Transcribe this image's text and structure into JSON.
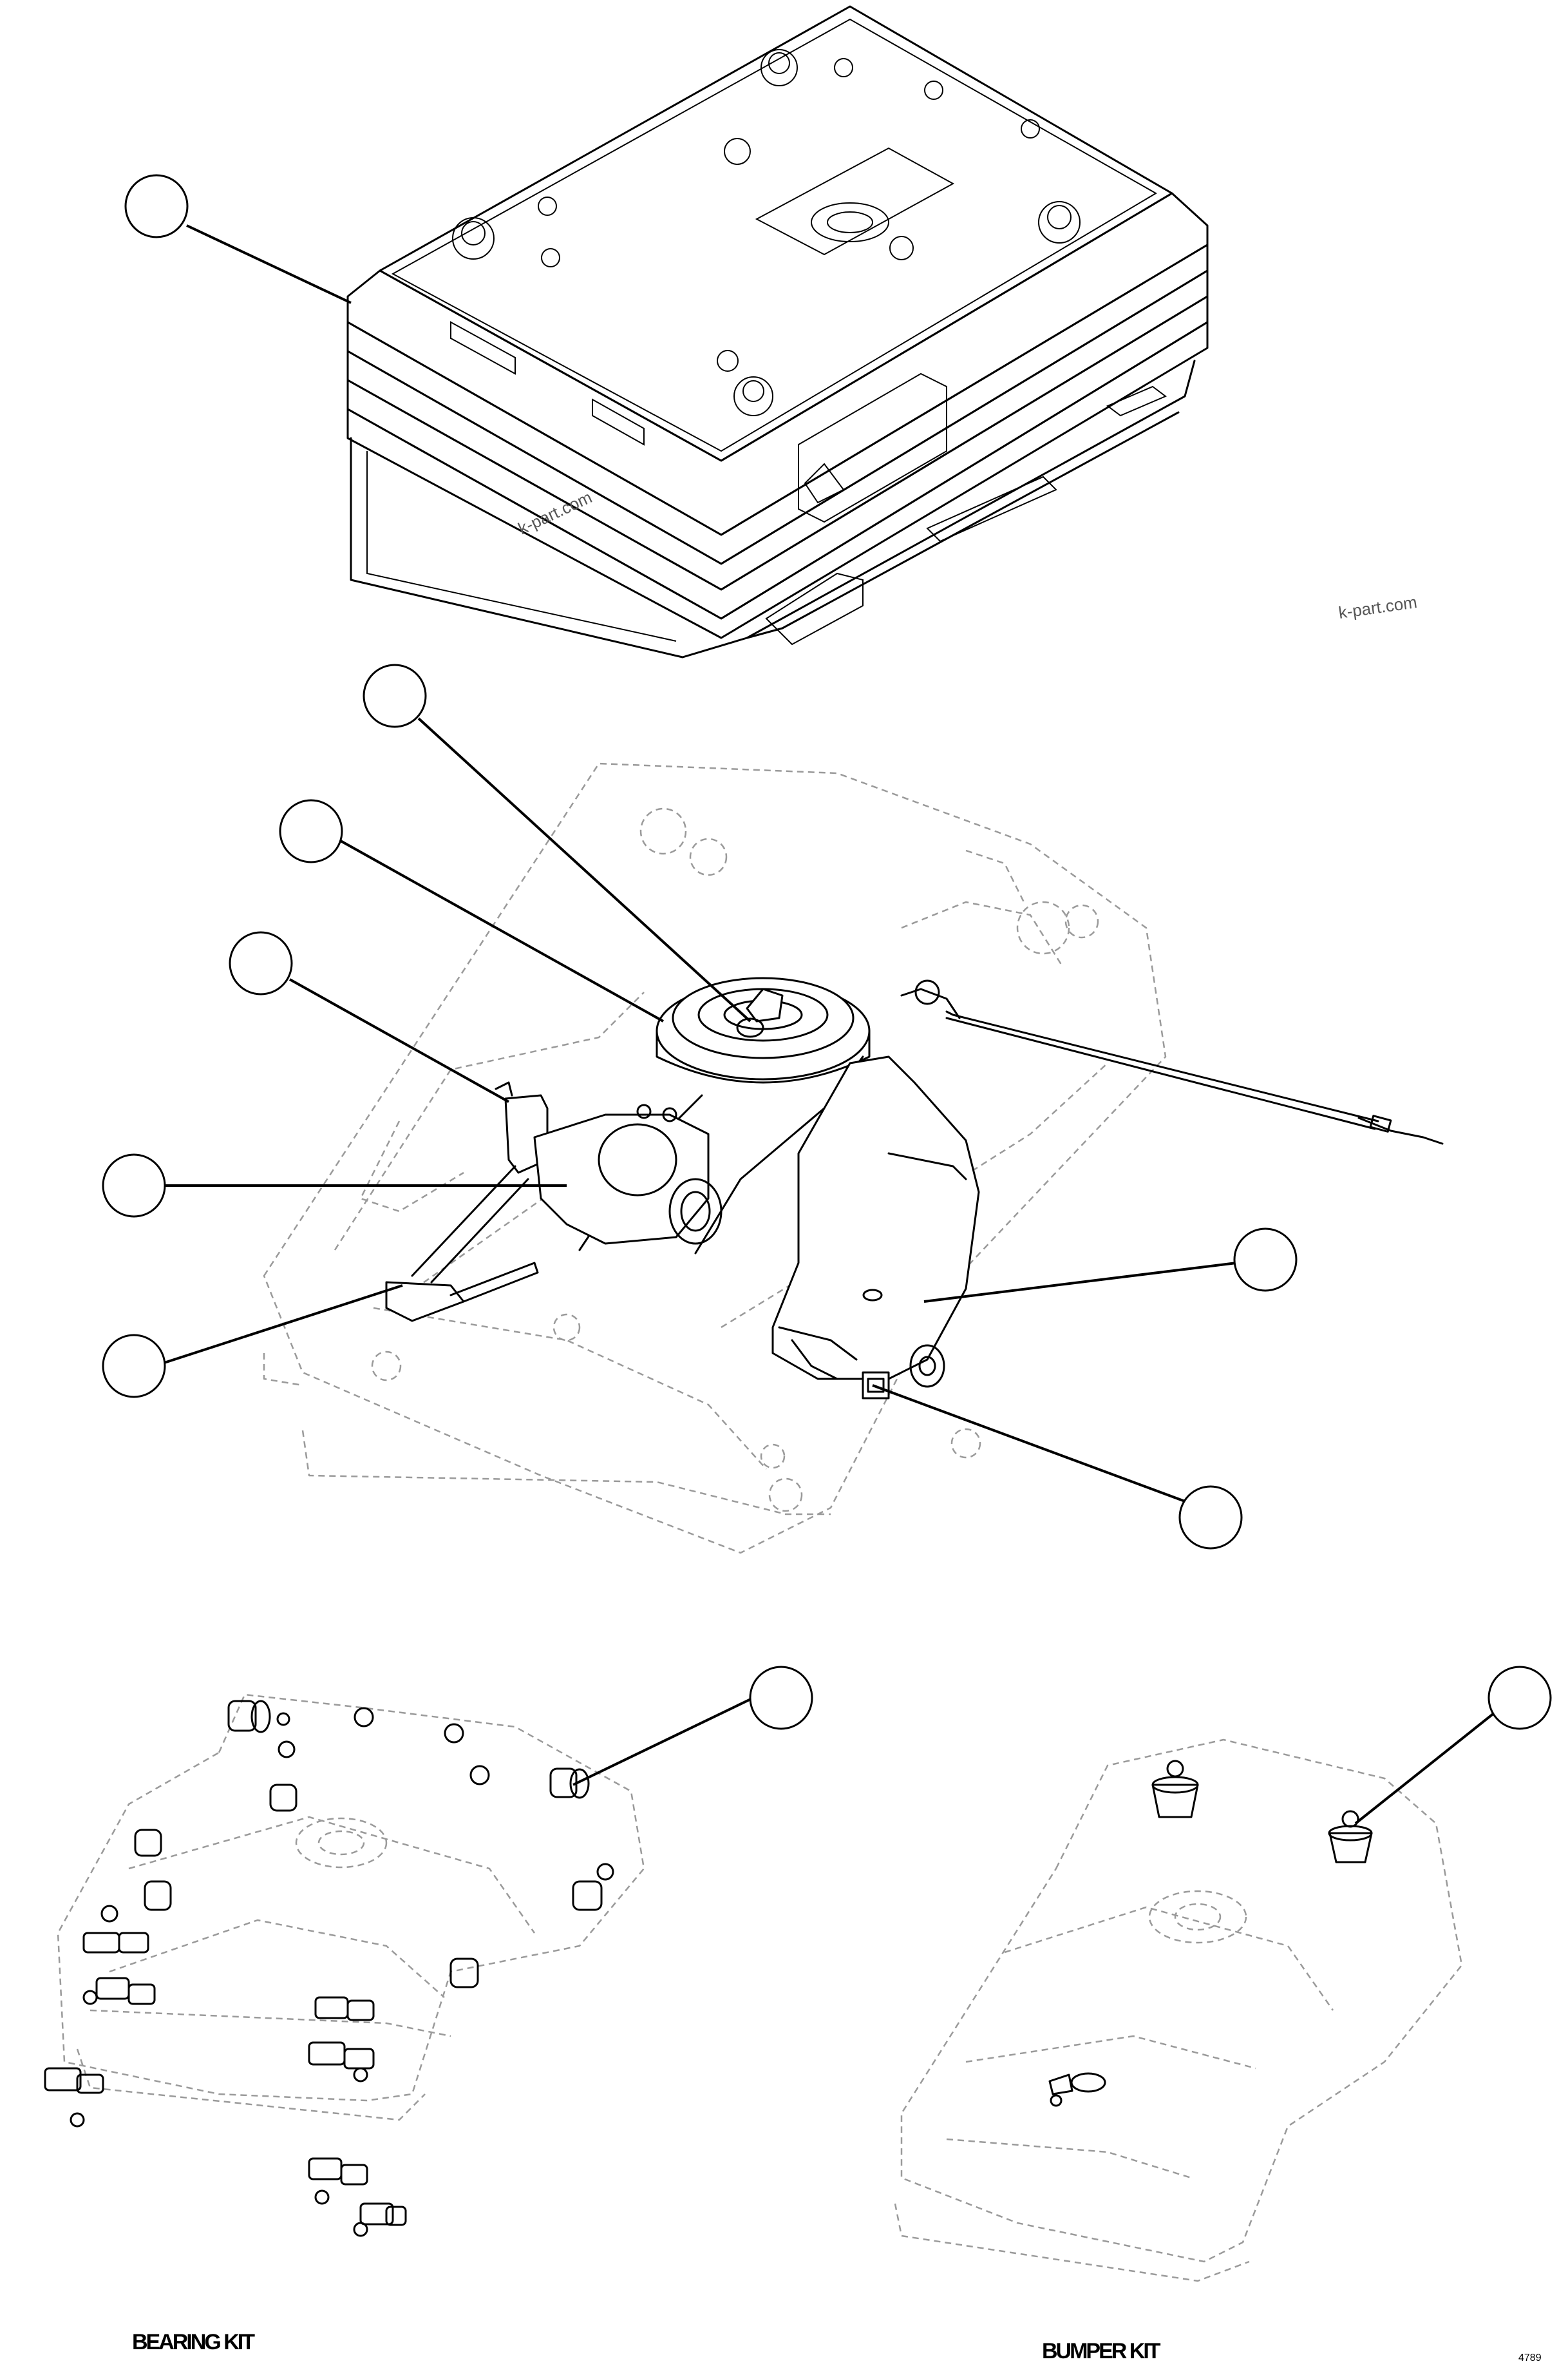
{
  "watermark": {
    "text_main": "k-part.com",
    "text_small": "k-part.com"
  },
  "labels": {
    "bearing_kit": "BEARING KIT",
    "bumper_kit": "BUMPER KIT",
    "figure_number": "4789"
  },
  "callouts": [
    {
      "id": "seat-suspension-assembly"
    },
    {
      "id": "gas-spring-fitting"
    },
    {
      "id": "air-spring"
    },
    {
      "id": "bracket"
    },
    {
      "id": "compressor"
    },
    {
      "id": "guide-clip"
    },
    {
      "id": "control-valve-housing"
    },
    {
      "id": "valve-switch"
    },
    {
      "id": "bearing-kit"
    },
    {
      "id": "bumper-kit"
    }
  ]
}
